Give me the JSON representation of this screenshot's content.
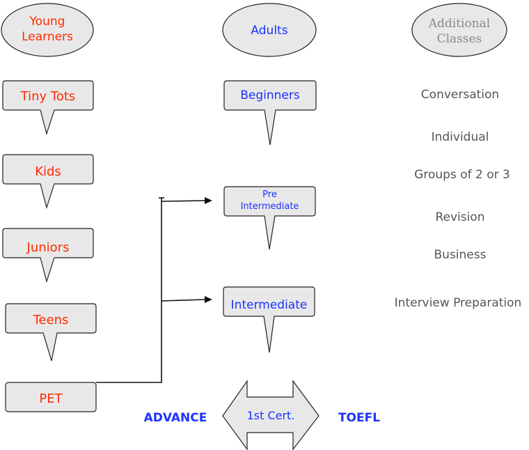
{
  "headers": {
    "young_learners": "Young\nLearners",
    "adults": "Adults",
    "additional_classes": "Additional\nClasses"
  },
  "young_learners": {
    "tiny_tots": "Tiny Tots",
    "kids": "Kids",
    "juniors": "Juniors",
    "teens": "Teens",
    "pet": "PET"
  },
  "adults": {
    "beginners": "Beginners",
    "pre_intermediate": "Pre\nIntermediate",
    "intermediate": "Intermediate",
    "first_cert": "1st Cert."
  },
  "additional": {
    "conversation": "Conversation",
    "individual": "Individual",
    "groups": "Groups of 2 or 3",
    "revision": "Revision",
    "business": "Business",
    "interview": "Interview Preparation"
  },
  "bottom": {
    "advance": "ADVANCE",
    "toefl": "TOEFL"
  },
  "colors": {
    "young_text": "#ff2a00",
    "adult_text": "#1a33ff",
    "shape_fill": "#e8e8e8",
    "shape_stroke": "#222222"
  }
}
